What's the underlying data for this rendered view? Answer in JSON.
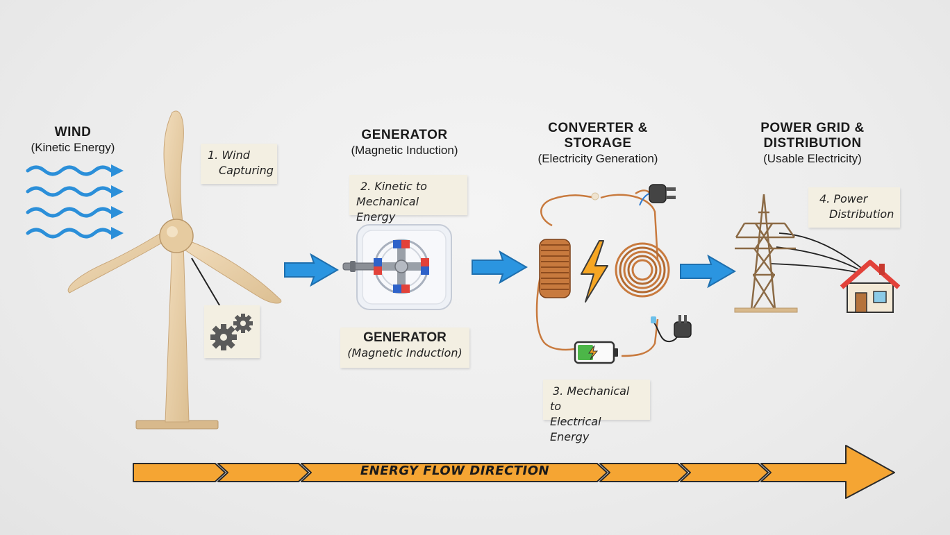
{
  "sections": {
    "wind": {
      "title": "WIND",
      "subtitle": "(Kinetic Energy)"
    },
    "generator": {
      "title": "GENERATOR",
      "subtitle": "(Magnetic Induction)"
    },
    "converter": {
      "title_line1": "CONVERTER &",
      "title_line2": "STORAGE",
      "subtitle": "(Electricity Generation)"
    },
    "grid": {
      "title_line1": "POWER GRID &",
      "title_line2": "DISTRIBUTION",
      "subtitle": "(Usable Electricity)"
    }
  },
  "notes": {
    "wind_capturing": {
      "line1": "1. Wind",
      "line2": "Capturing"
    },
    "kinetic_to_mechanical": {
      "line1": "2. Kinetic to",
      "line2": "Mechanical Energy"
    },
    "generator_card": {
      "title": "GENERATOR",
      "subtitle": "(Magnetic Induction)"
    },
    "mechanical_to_electrical": {
      "line1": "3. Mechanical to",
      "line2": "Electrical Energy"
    },
    "power_distribution": {
      "line1": "4. Power",
      "line2": "Distribution"
    }
  },
  "flow_label": "ENERGY FLOW DIRECTION",
  "icons": [
    "wind-waves-icon",
    "wind-turbine-icon",
    "gears-icon",
    "generator-icon",
    "copper-coil-icon",
    "lightning-bolt-icon",
    "plug-icon",
    "battery-icon",
    "transmission-tower-icon",
    "house-icon"
  ],
  "colors": {
    "wind_blue": "#2b8fd9",
    "arrow_blue": "#2b95e0",
    "flow_orange": "#f5a533",
    "wood": "#e8cfa8",
    "copper": "#c87a3e",
    "note_paper": "#f3efe2"
  }
}
